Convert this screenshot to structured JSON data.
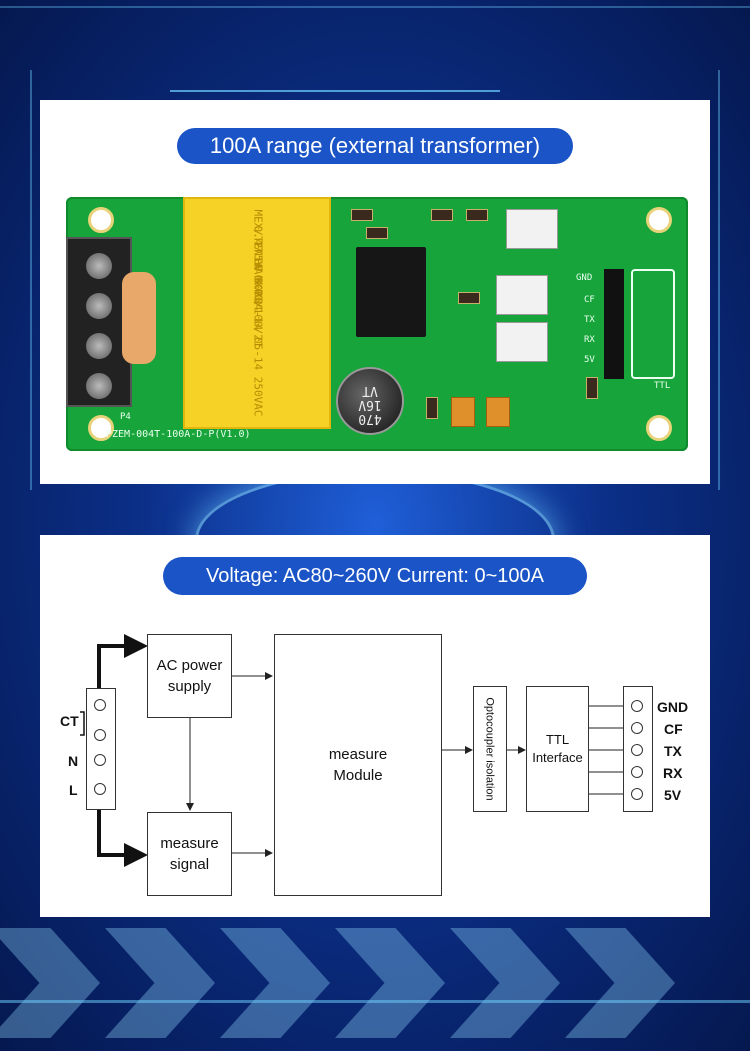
{
  "top_panel": {
    "title": "100A range (external transformer)",
    "board": {
      "label_model": "PZEM-004T-100A-D-P(V1.0)",
      "capacitor_text": [
        "MEX/TENTA MKP",
        "0.47 uF K X2",
        "275VAC 40/100/21",
        "EN 60384-14 05-14 250VAC"
      ],
      "ecap_text": [
        "470",
        "16V",
        "VT"
      ],
      "header_pins": [
        "GND",
        "CF",
        "TX",
        "RX",
        "5V"
      ],
      "header_silk": "TTL",
      "terminal_silk": "P4"
    }
  },
  "bottom_panel": {
    "title": "Voltage: AC80~260V  Current: 0~100A",
    "diagram": {
      "input_labels": [
        "CT",
        "N",
        "L"
      ],
      "ac_power_supply": "AC power supply",
      "measure_signal": "measure signal",
      "measure_module": "measure Module",
      "optocoupler": "Optocoupler isolation",
      "ttl_interface": "TTL Interface",
      "output_labels": [
        "GND",
        "CF",
        "TX",
        "RX",
        "5V"
      ]
    }
  },
  "colors": {
    "pill_bg": "#1a54c6",
    "pcb_green": "#17a43a",
    "capacitor_yellow": "#f6d126"
  }
}
